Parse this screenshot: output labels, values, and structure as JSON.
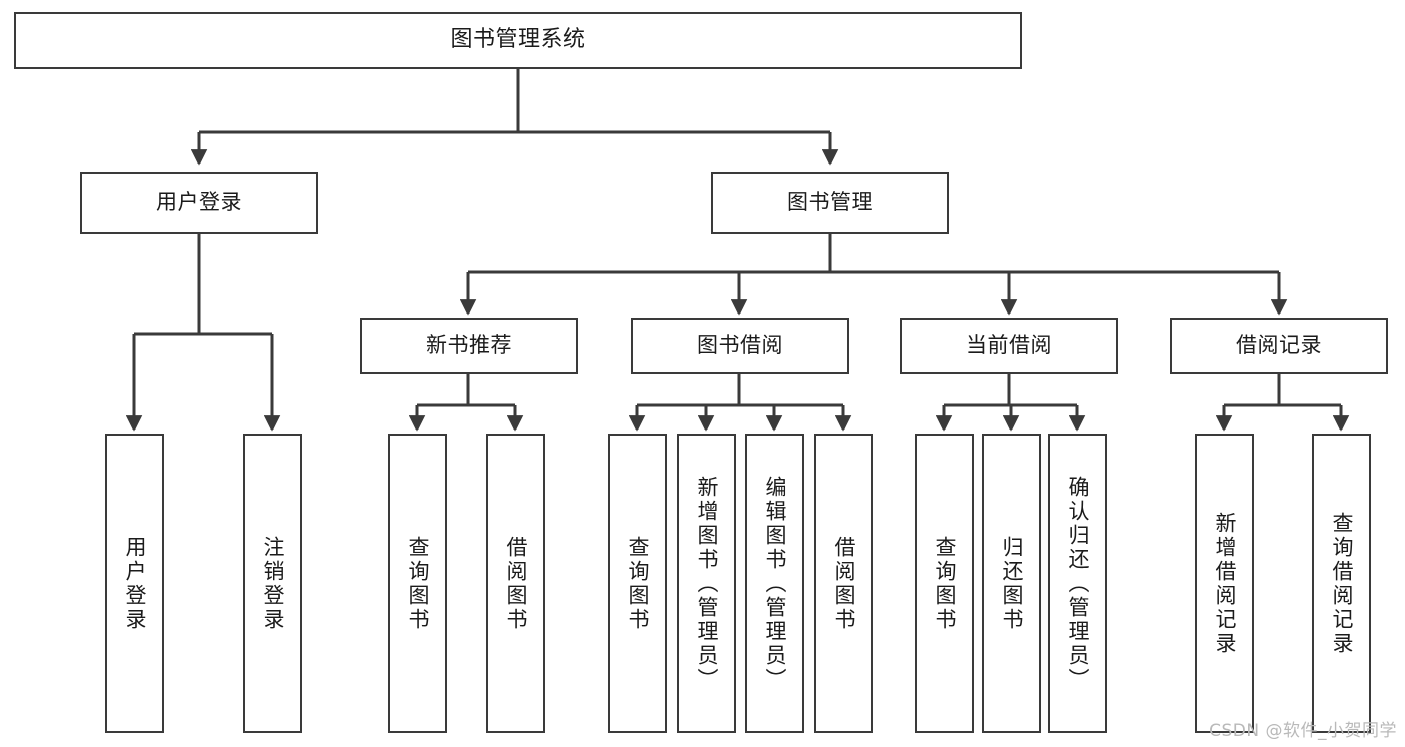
{
  "diagram": {
    "title": "图书管理系统",
    "type": "tree",
    "watermark": "CSDN @软件_小贺同学",
    "colors": {
      "stroke": "#3a3a3a",
      "box_fill": "#ffffff",
      "text": "#1b1b1b",
      "watermark": "#b9b9b9",
      "background": "#ffffff"
    },
    "root": {
      "label": "图书管理系统"
    },
    "level2": [
      {
        "label": "用户登录"
      },
      {
        "label": "图书管理"
      }
    ],
    "level3": [
      {
        "label": "新书推荐"
      },
      {
        "label": "图书借阅"
      },
      {
        "label": "当前借阅"
      },
      {
        "label": "借阅记录"
      }
    ],
    "leaves": {
      "user_login": [
        {
          "label": "用户登录"
        },
        {
          "label": "注销登录"
        }
      ],
      "new_book_recommend": [
        {
          "label": "查询图书"
        },
        {
          "label": "借阅图书"
        }
      ],
      "book_borrow": [
        {
          "label": "查询图书"
        },
        {
          "label": "新增图书（管理员）"
        },
        {
          "label": "编辑图书（管理员）"
        },
        {
          "label": "借阅图书"
        }
      ],
      "current_borrow": [
        {
          "label": "查询图书"
        },
        {
          "label": "归还图书"
        },
        {
          "label": "确认归还（管理员）"
        }
      ],
      "borrow_record": [
        {
          "label": "新增借阅记录"
        },
        {
          "label": "查询借阅记录"
        }
      ]
    }
  }
}
